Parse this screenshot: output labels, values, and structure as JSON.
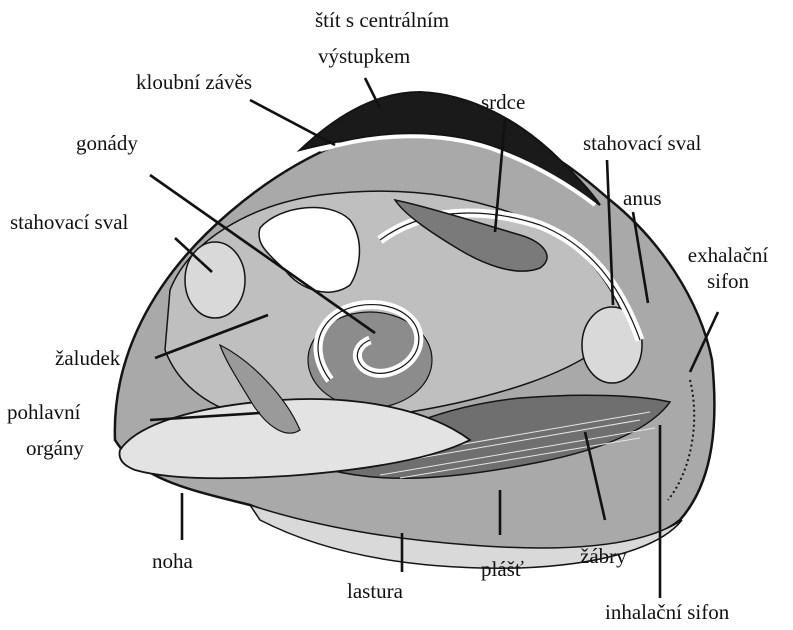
{
  "labels": {
    "shield": [
      "štít s centrálním",
      "výstupkem"
    ],
    "hinge": "kloubní závěs",
    "heart": "srdce",
    "gonads": "gonády",
    "muscle_right": "stahovací sval",
    "muscle_left": "stahovací sval",
    "anus": "anus",
    "exhalant": [
      "exhalační",
      "sifon"
    ],
    "stomach": "žaludek",
    "reproductive": [
      "pohlavní",
      "orgány"
    ],
    "foot": "noha",
    "shell": "lastura",
    "mantle": "plášť",
    "gills": "žábry",
    "inhalant": "inhalační sifon"
  },
  "colors": {
    "ink": "#141414",
    "body": "#a9a9a9",
    "mantle": "#bdbdbd",
    "light": "#d9d9d9",
    "paper": "#ffffff"
  }
}
